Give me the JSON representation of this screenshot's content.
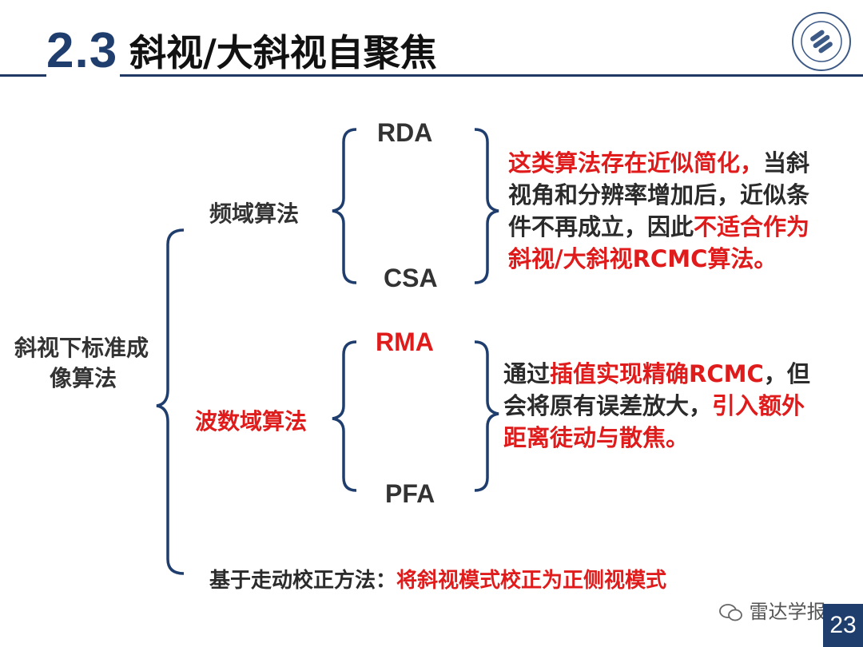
{
  "header": {
    "section_number": "2.3",
    "title": "斜视/大斜视自聚焦"
  },
  "root": {
    "line1": "斜视下标准成",
    "line2": "像算法"
  },
  "branch_frequency": {
    "label": "频域算法",
    "methods": [
      "RDA",
      "CSA"
    ]
  },
  "branch_wavenumber": {
    "label": "波数域算法",
    "methods": [
      "RMA",
      "PFA"
    ]
  },
  "branch_motion": {
    "prefix": "基于走动校正方法：",
    "highlight": "将斜视模式校正为正侧视模式"
  },
  "note_frequency": {
    "l1_red": "这类算法存在近似简化，",
    "l1_dark": "当斜",
    "l2": "视角和分辨率增加后，近似条",
    "l3_dark": "件不再成立，因此",
    "l3_red": "不适合作为",
    "l4_red": "斜视/大斜视RCMC算法。"
  },
  "note_wavenumber": {
    "l1_dark_a": "通过",
    "l1_red": "插值实现精确RCMC",
    "l1_dark_b": "，但",
    "l2_dark": "会将原有误差放大，",
    "l2_red": "引入额外",
    "l3_red": "距离徒动与散焦。"
  },
  "watermark": "雷达学报",
  "page_number": "23",
  "colors": {
    "accent": "#1f3e6e",
    "highlight": "#e01b1b",
    "text": "#333333"
  }
}
